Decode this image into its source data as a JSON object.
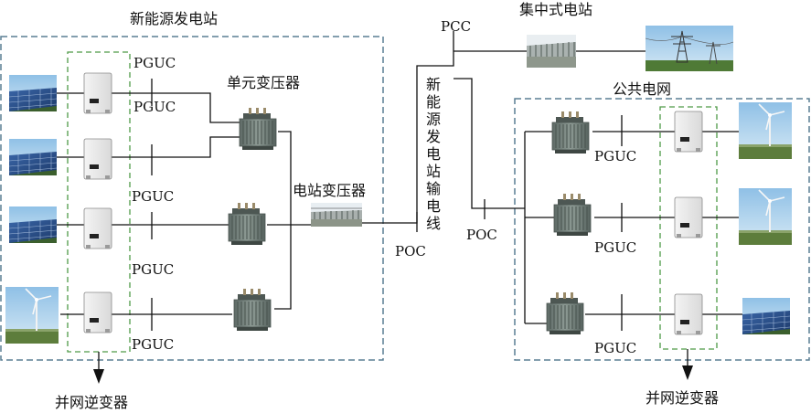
{
  "labels": {
    "left_station": "新能源发电站",
    "unit_transformer": "单元变压器",
    "station_transformer": "电站变压器",
    "left_inverter": "并网逆变器",
    "centralized_station": "集中式电站",
    "pcc": "PCC",
    "public_grid": "公共电网",
    "right_inverter": "并网逆变器",
    "transmission_line": "新能源发电站输电线",
    "pguc": "PGUC",
    "poc": "POC"
  },
  "left_sources": [
    "solar-panel",
    "solar-panel",
    "solar-panel",
    "wind-turbine"
  ],
  "right_sources": [
    "wind-turbine",
    "wind-turbine",
    "solar-panel"
  ],
  "colors": {
    "station_border": "#5a7e93",
    "inverter_group_border": "#4f9a47",
    "line": "#111111",
    "sky": "#a9cde8",
    "panel": "#2c4f86",
    "transformer": "#6e7c76"
  }
}
